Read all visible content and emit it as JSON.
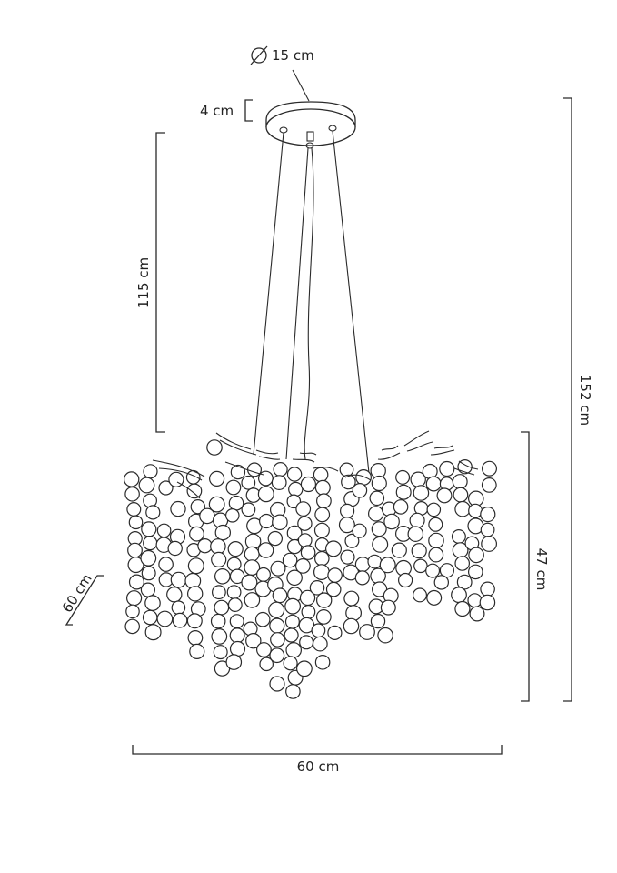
{
  "dimensions": {
    "canopy_diameter": "15 cm",
    "canopy_height": "4 cm",
    "suspension_length": "115 cm",
    "total_height": "152 cm",
    "body_height": "47 cm",
    "width": "60 cm",
    "depth": "60 cm"
  },
  "symbols": {
    "diameter": "diameter-symbol"
  }
}
